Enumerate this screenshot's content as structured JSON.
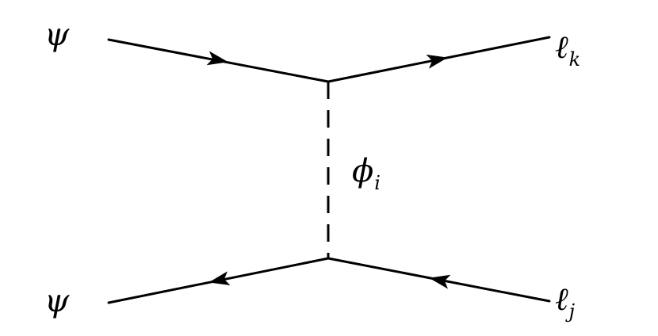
{
  "diagram": {
    "labels": {
      "psi_top": "ψ",
      "psi_bottom": "ψ",
      "lepton_k": {
        "symbol": "ℓ",
        "index": "k"
      },
      "lepton_j": {
        "symbol": "ℓ",
        "index": "j"
      },
      "scalar": {
        "symbol": "ϕ",
        "index": "i"
      }
    },
    "colors": {
      "line": "#000000",
      "background": "#ffffff"
    }
  }
}
